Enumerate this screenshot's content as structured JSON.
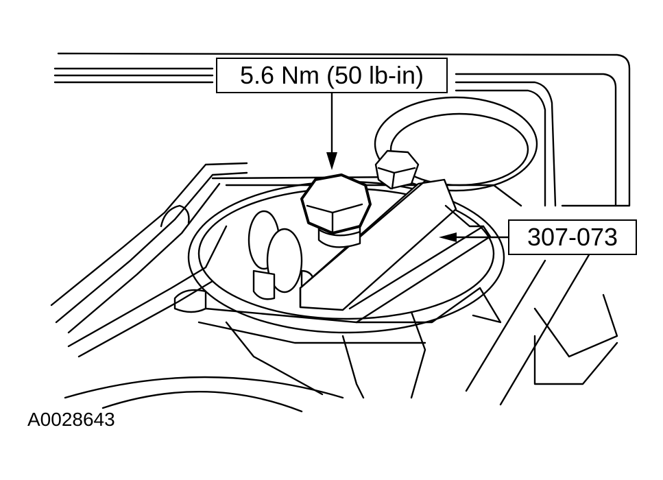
{
  "callouts": {
    "torque": "5.6 Nm (50 lb-in)",
    "tool": "307-073"
  },
  "figure_id": "A0028643"
}
